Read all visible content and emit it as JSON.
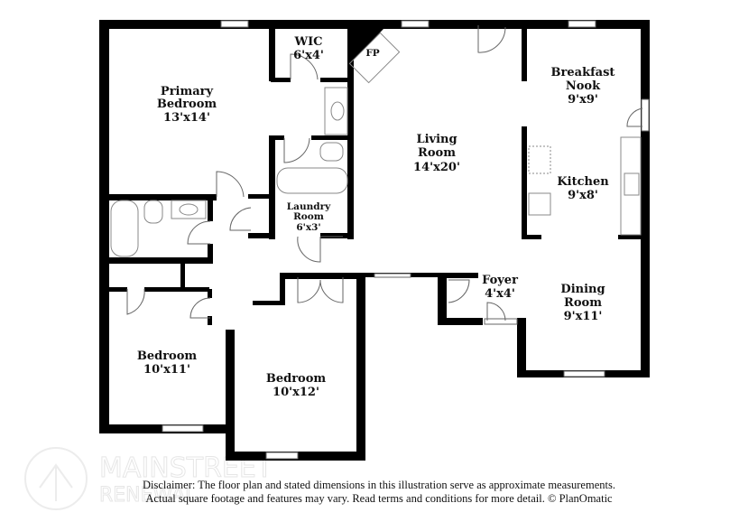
{
  "rooms": {
    "primary_bedroom": {
      "name_1": "Primary",
      "name_2": "Bedroom",
      "size": "13'x14'"
    },
    "wic": {
      "name": "WIC",
      "size": "6'x4'"
    },
    "fireplace": {
      "name": "FP"
    },
    "living_room": {
      "name_1": "Living",
      "name_2": "Room",
      "size": "14'x20'"
    },
    "breakfast_nook": {
      "name_1": "Breakfast",
      "name_2": "Nook",
      "size": "9'x9'"
    },
    "kitchen": {
      "name": "Kitchen",
      "size": "9'x8'"
    },
    "laundry_room": {
      "name_1": "Laundry",
      "name_2": "Room",
      "size": "6'x3'"
    },
    "foyer": {
      "name": "Foyer",
      "size": "4'x4'"
    },
    "dining_room": {
      "name_1": "Dining",
      "name_2": "Room",
      "size": "9'x11'"
    },
    "bedroom_1": {
      "name": "Bedroom",
      "size": "10'x11'"
    },
    "bedroom_2": {
      "name": "Bedroom",
      "size": "10'x12'"
    }
  },
  "watermark": {
    "line_1": "MAINSTREET",
    "line_2": "RENEWAL"
  },
  "disclaimer": {
    "line_1": "Disclaimer: The floor plan and stated dimensions in this illustration serve as approximate measurements.",
    "line_2": "Actual square footage and features may vary. Read terms and conditions for more detail. © PlanOmatic"
  },
  "colors": {
    "wall": "#000000",
    "fixture": "#888888",
    "watermark": "#e6e6e6"
  }
}
